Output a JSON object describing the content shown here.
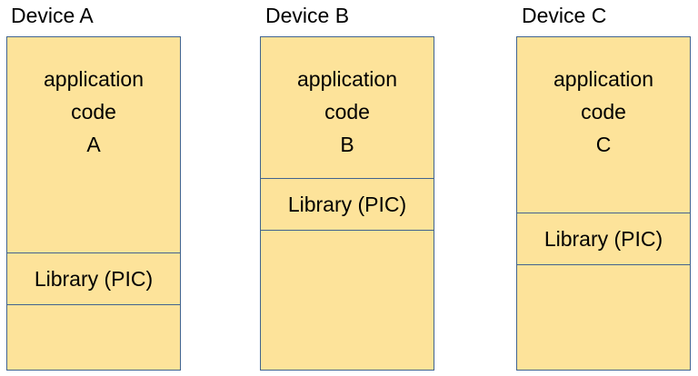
{
  "colors": {
    "block_fill": "#fde39a",
    "block_border": "#41648f",
    "text": "#000000"
  },
  "devices": [
    {
      "label": "Device A",
      "app_lines": [
        "application",
        "code",
        "A"
      ],
      "library_label": "Library (PIC)"
    },
    {
      "label": "Device B",
      "app_lines": [
        "application",
        "code",
        "B"
      ],
      "library_label": "Library (PIC)"
    },
    {
      "label": "Device C",
      "app_lines": [
        "application",
        "code",
        "C"
      ],
      "library_label": "Library (PIC)"
    }
  ]
}
